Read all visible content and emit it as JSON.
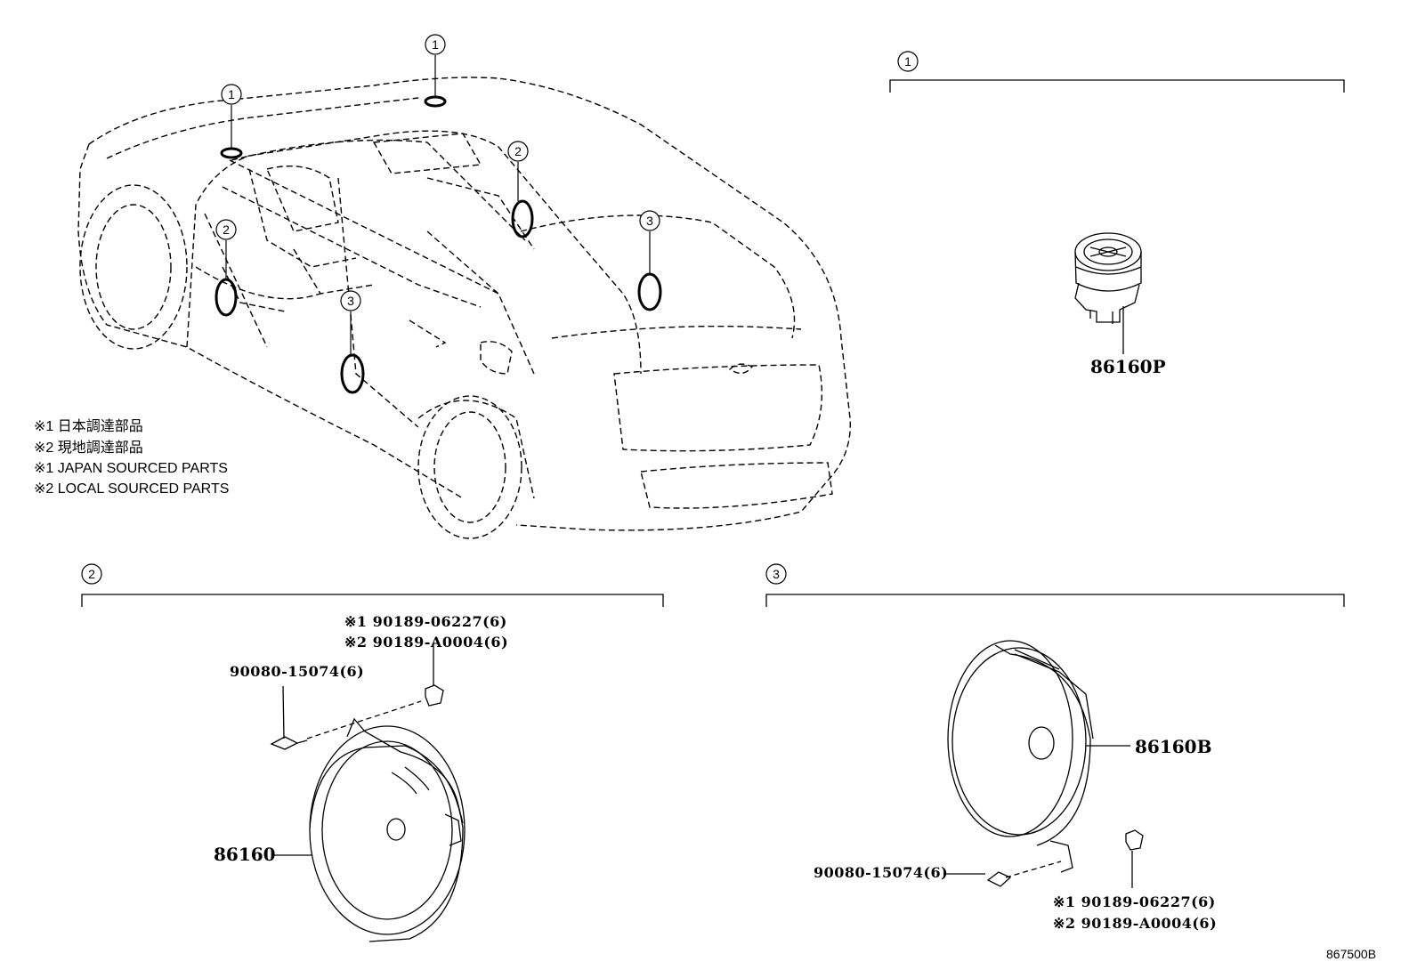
{
  "callouts": {
    "one": "1",
    "two": "2",
    "three": "3"
  },
  "notes": [
    "※1 日本調達部品",
    "※2 現地調達部品",
    "※1 JAPAN SOURCED PARTS",
    "※2 LOCAL SOURCED PARTS"
  ],
  "group1": {
    "part": "86160P"
  },
  "group2": {
    "part": "86160",
    "bolt": "90080-15074(6)",
    "clip1": "※1 90189-06227(6)",
    "clip2": "※2 90189-A0004(6)"
  },
  "group3": {
    "part": "86160B",
    "bolt": "90080-15074(6)",
    "clip1": "※1 90189-06227(6)",
    "clip2": "※2 90189-A0004(6)"
  },
  "ref_code": "867500B"
}
